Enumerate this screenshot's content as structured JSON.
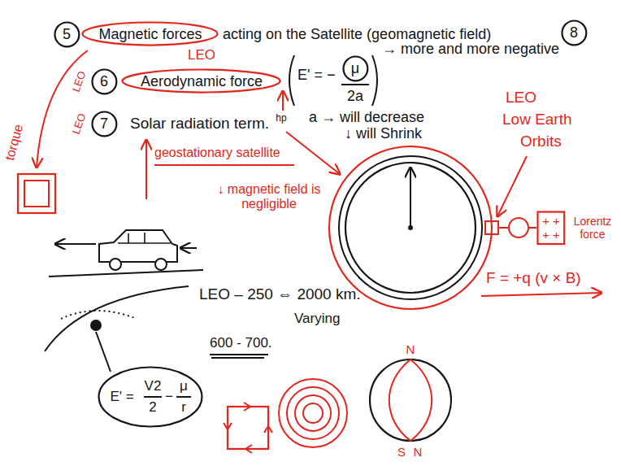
{
  "diagram": {
    "nodes": [
      {
        "text": [
          "5"
        ]
      },
      {
        "text": [
          "Magnetic forces"
        ]
      },
      {
        "text": [
          "8"
        ]
      },
      {
        "text": [
          "6"
        ]
      },
      {
        "text": [
          "Aerodynamic force"
        ]
      },
      {
        "text": [
          "μ"
        ]
      },
      {
        "text": [
          "7"
        ]
      },
      {
        "text": [
          "+ +",
          "+ +"
        ]
      },
      {
        "text": [
          "E' =",
          "V2",
          "2",
          "−",
          "μ",
          "r"
        ]
      }
    ],
    "labels": [
      "acting on the Satellite (geomagnetic field)",
      "LEO",
      "E' = −",
      "2a",
      "→ more and more negative",
      "LEO",
      "torque",
      "hp",
      "a → will decrease",
      "LEO",
      "Solar radiation term.",
      "↓ will Shrink",
      "LEO",
      "Low Earth",
      "Orbits",
      "geostationary satellite",
      "↓ magnetic field is negligible",
      "Lorentz force",
      "F = +q (v × B)",
      "LEO – 250 ⇔ 2000 km.",
      "Varying",
      "600 - 700.",
      "N",
      "S",
      "N"
    ]
  }
}
